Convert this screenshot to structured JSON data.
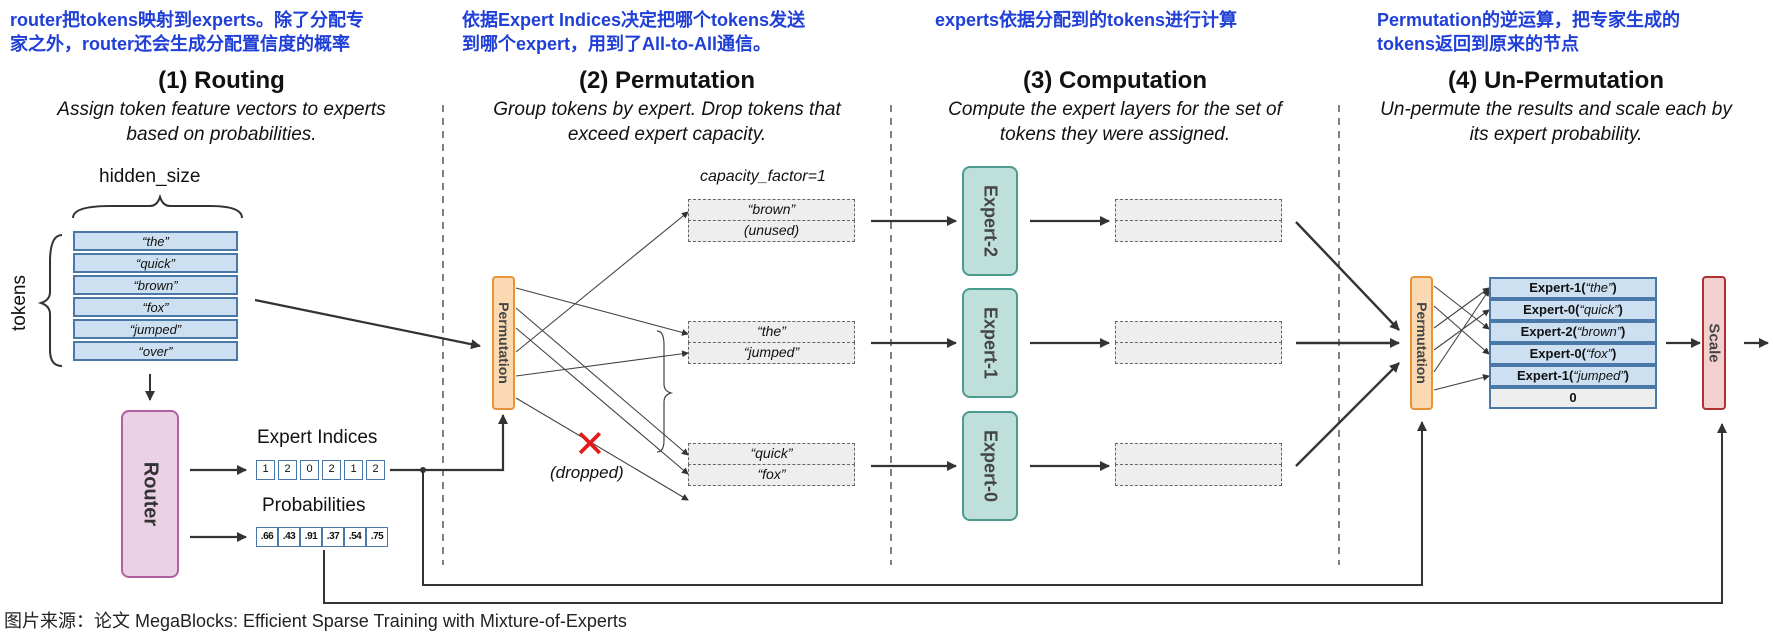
{
  "notes": [
    "router把tokens映射到experts。除了分配专家之外，router还会生成分配置信度的概率",
    "依据Expert Indices决定把哪个tokens发送到哪个expert，用到了All-to-All通信。",
    "experts依据分配到的tokens进行计算",
    "Permutation的逆运算，把专家生成的tokens返回到原来的节点"
  ],
  "notes_lines": [
    [
      "router把tokens映射到experts。除了分配专",
      "家之外，router还会生成分配置信度的概率"
    ],
    [
      "依据Expert Indices决定把哪个tokens发送",
      "到哪个expert，用到了All-to-All通信。"
    ],
    [
      "experts依据分配到的tokens进行计算"
    ],
    [
      "Permutation的逆运算，把专家生成的",
      "tokens返回到原来的节点"
    ]
  ],
  "sections": [
    {
      "title": "(1) Routing",
      "desc": [
        "Assign token feature vectors to experts",
        "based on probabilities."
      ]
    },
    {
      "title": "(2) Permutation",
      "desc": [
        "Group tokens by expert. Drop tokens that",
        "exceed expert capacity."
      ]
    },
    {
      "title": "(3) Computation",
      "desc": [
        "Compute the expert layers for the set of",
        "tokens they were assigned."
      ]
    },
    {
      "title": "(4) Un-Permutation",
      "desc": [
        "Un-permute the results and scale each by",
        "its expert probability."
      ]
    }
  ],
  "routing": {
    "hidden_size_label": "hidden_size",
    "tokens_label": "tokens",
    "tokens": [
      "“the”",
      "“quick”",
      "“brown”",
      "“fox”",
      "“jumped”",
      "“over”"
    ],
    "router_label": "Router",
    "expert_indices_label": "Expert Indices",
    "expert_indices": [
      "1",
      "2",
      "0",
      "2",
      "1",
      "2"
    ],
    "probabilities_label": "Probabilities",
    "probabilities": [
      ".66",
      ".43",
      ".91",
      ".37",
      ".54",
      ".75"
    ]
  },
  "permutation": {
    "block_label": "Permutation",
    "capacity_label": "capacity_factor=1",
    "dropped_label": "(dropped)",
    "slots": {
      "expert2": [
        "“brown”",
        "(unused)"
      ],
      "expert1": [
        "“the”",
        "“jumped”"
      ],
      "expert0": [
        "“quick”",
        "“fox”"
      ]
    }
  },
  "computation": {
    "experts": [
      "Expert-2",
      "Expert-1",
      "Expert-0"
    ]
  },
  "unpermutation": {
    "block_label": "Permutation",
    "outputs": [
      {
        "name": "Expert-1",
        "token": "“the”"
      },
      {
        "name": "Expert-0",
        "token": "“quick”"
      },
      {
        "name": "Expert-2",
        "token": "“brown”"
      },
      {
        "name": "Expert-0",
        "token": "“fox”"
      },
      {
        "name": "Expert-1",
        "token": "“jumped”"
      },
      {
        "name": "",
        "token": "0"
      }
    ],
    "scale_label": "Scale"
  },
  "caption": "图片来源：论文 MegaBlocks: Efficient Sparse Training with Mixture-of-Experts",
  "colors": {
    "note_blue": "#1f3fd6",
    "token_fill": "#cde0f2",
    "router_fill": "#ead1e5",
    "expert_fill": "#bfe0da",
    "perm_fill": "#fbd9b2",
    "scale_fill": "#f4cfcf",
    "drop_red": "#e21a1a"
  }
}
